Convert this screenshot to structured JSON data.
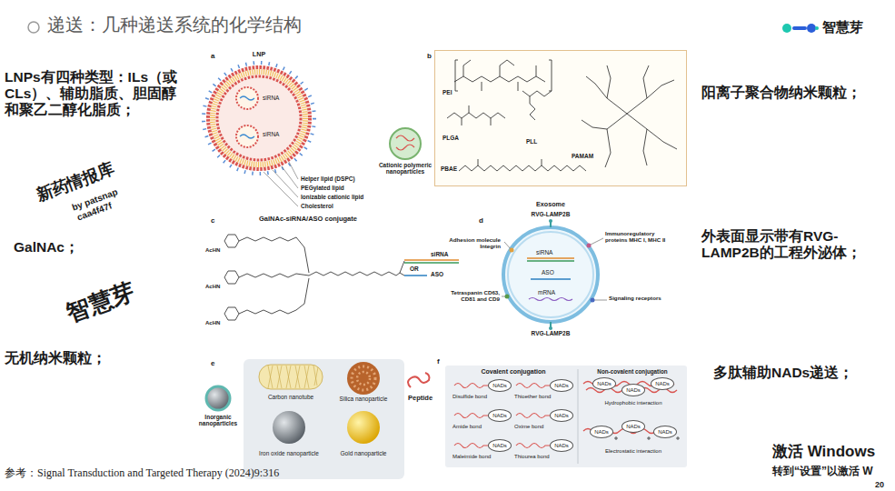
{
  "diagram": {
    "title": "递送：几种递送系统的化学结构",
    "caption": "参考：Signal Transduction and Targeted Therapy (2024)9:316",
    "nodes": [
      {
        "text": [
          "LNP",
          "siRNA",
          "siRNA"
        ]
      },
      {
        "text": [
          "PEI",
          "PLGA",
          "PLL",
          "PAMAM",
          "PBAE"
        ]
      },
      {
        "text": [
          "Exosome",
          "siRNA",
          "ASO",
          "mRNA"
        ]
      },
      {
        "text": [
          "Carbon nanotube",
          "Silica nanoparticle",
          "Iron oxide nanoparticle",
          "Gold nanoparticle"
        ]
      },
      {
        "text": [
          "Covalent conjugation",
          "Non-covalent conjugation",
          "Disulfide bond",
          "Thioether bond",
          "Amide bond",
          "Oxime bond",
          "Maleimide bond",
          "Thiourea bond",
          "Hydrophobic interaction",
          "Electrostatic interaction"
        ]
      },
      {
        "text": [
          "NADs"
        ],
        "in": 4
      },
      {
        "text": [
          "NADs"
        ],
        "in": 4
      },
      {
        "text": [
          "NADs"
        ],
        "in": 4
      },
      {
        "text": [
          "NADs"
        ],
        "in": 4
      },
      {
        "text": [
          "NADs"
        ],
        "in": 4
      },
      {
        "text": [
          "NADs"
        ],
        "in": 4
      },
      {
        "text": [
          "NADs"
        ],
        "in": 4
      },
      {
        "text": [
          "NADs"
        ],
        "in": 4
      },
      {
        "text": [
          "NADs"
        ],
        "in": 4
      },
      {
        "text": [
          "NADs"
        ],
        "in": 4
      },
      {
        "text": [
          "NADs"
        ],
        "in": 4
      },
      {
        "text": [
          "NADs"
        ],
        "in": 4
      }
    ],
    "labels": [
      "LNPs有四种类型：ILs（或CLs）、辅助脂质、胆固醇和聚乙二醇化脂质；",
      "GalNAc；",
      "无机纳米颗粒；",
      "阳离子聚合物纳米颗粒；",
      "外表面显示带有RVG-LAMP2B的工程外泌体；",
      "多肽辅助NADs递送；",
      "a",
      "b",
      "c",
      "d",
      "e",
      "f",
      "Helper lipid (DSPC)",
      "PEGylated lipid",
      "Ionizable cationic lipid",
      "Cholesterol",
      "Cationic polymeric nanoparticles",
      "GalNAc-siRNA/ASO conjugate",
      "siRNA",
      "OR",
      "ASO",
      "AcHN",
      "AcHN",
      "AcHN",
      "RVG-LAMP2B",
      "RVG-LAMP2B",
      "Adhesion molecule Integrin",
      "Immunoregulatory proteins MHC I, MHC II",
      "Tetraspanin CD63, CD81 and CD9",
      "Signaling receptors",
      "Inorganic nanoparticles",
      "Peptide",
      "智慧芽",
      "新药情报库",
      "by patsnap",
      "caa4f47f",
      "智慧芽",
      "激活 Windows",
      "转到“设置”以激活 W",
      "20"
    ]
  }
}
